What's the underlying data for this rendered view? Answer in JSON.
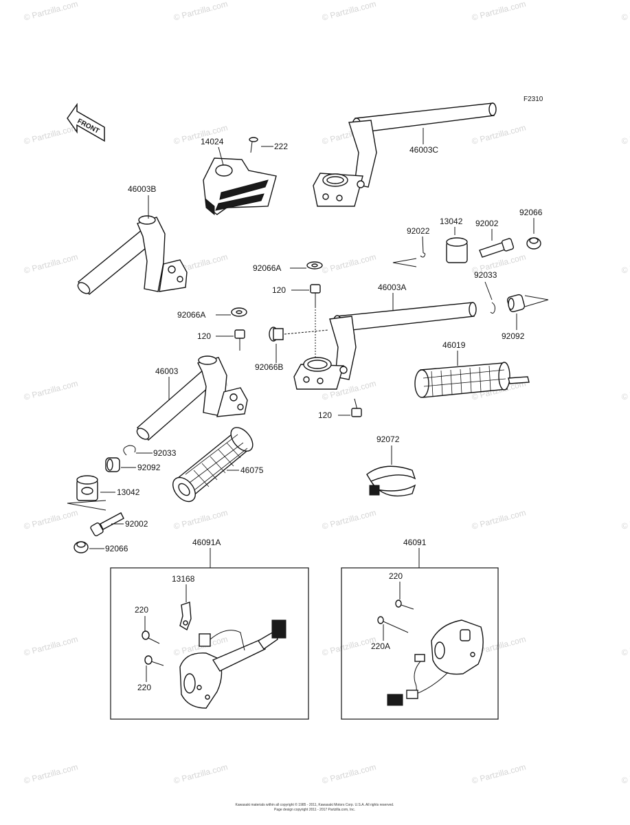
{
  "figure_code": "F2310",
  "front_label": "FRONT",
  "watermark": "© Partzilla.com",
  "copyright": [
    "Kawasaki materials within all copyright © 1985 - 2011, Kawasaki Motors Corp. U.S.A. All rights reserved.",
    "Page design copyright 2011 - 2017 Partzilla.com, Inc."
  ],
  "parts": {
    "p14024": "14024",
    "p222": "222",
    "p46003C": "46003C",
    "p46003B": "46003B",
    "p92022": "92022",
    "p13042_top": "13042",
    "p92002_top": "92002",
    "p92066_top": "92066",
    "p92066A_mid": "92066A",
    "p92033_top": "92033",
    "p120_mid": "120",
    "p46003A": "46003A",
    "p92066A_left": "92066A",
    "p120_left": "120",
    "p92066B": "92066B",
    "p92092_right": "92092",
    "p46019": "46019",
    "p46003": "46003",
    "p120_low": "120",
    "p92072": "92072",
    "p92033_left": "92033",
    "p92092_left": "92092",
    "p46075": "46075",
    "p13042_left": "13042",
    "p92002_left": "92002",
    "p92066_left": "92066",
    "p46091A": "46091A",
    "p46091": "46091",
    "p13168": "13168",
    "p220_a1": "220",
    "p220_a2": "220",
    "p220_b1": "220",
    "p220A": "220A"
  }
}
